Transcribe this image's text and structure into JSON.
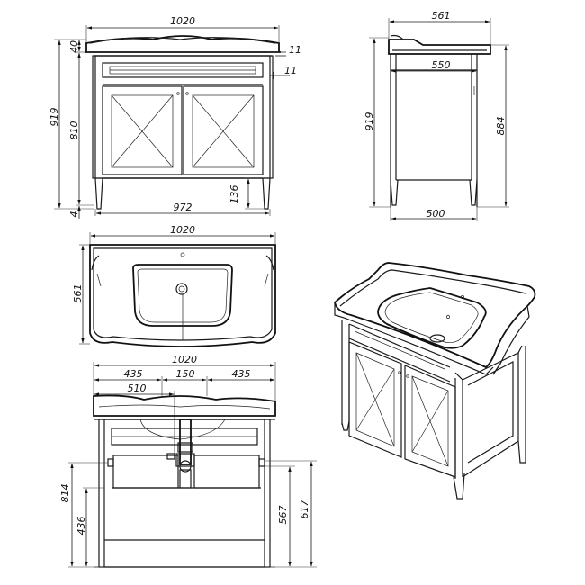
{
  "front_view": {
    "width_top": "1020",
    "height_total": "919",
    "height_body": "810",
    "height_top": "40",
    "overhang_a": "11",
    "overhang_b": "11",
    "leg_height": "136",
    "base_gap": "4",
    "width_base": "972"
  },
  "side_view": {
    "depth_top": "561",
    "depth_body": "550",
    "height_total": "919",
    "height_body": "884",
    "depth_base": "500"
  },
  "top_view": {
    "width": "1020",
    "depth": "561"
  },
  "rear_view": {
    "width": "1020",
    "left_offset": "435",
    "center_span": "150",
    "right_offset": "435",
    "drain_offset": "510",
    "height_outlet": "814",
    "height_lower": "436",
    "height_567": "567",
    "height_617": "617"
  }
}
